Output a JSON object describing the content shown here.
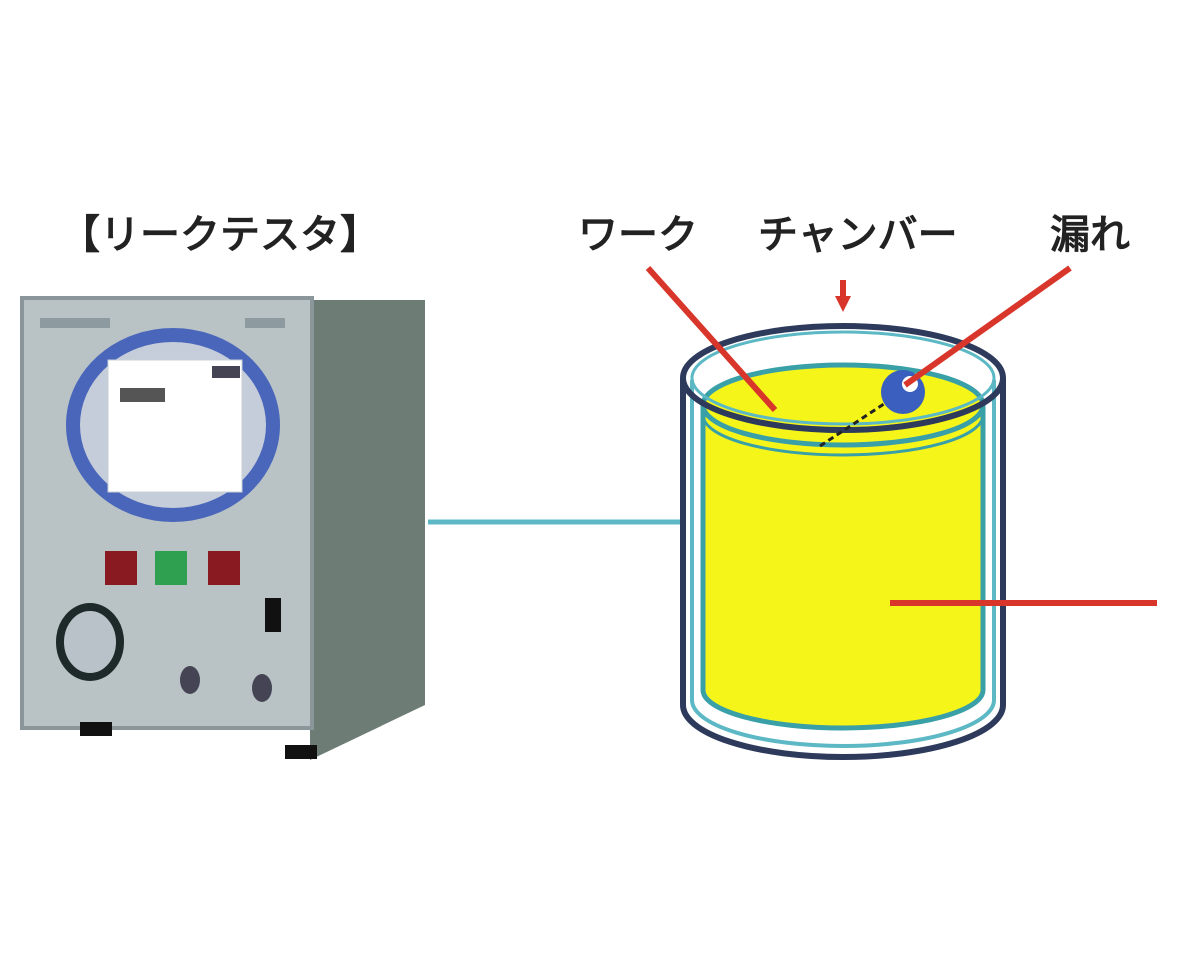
{
  "labels": {
    "leak_tester": "【リークテスタ】",
    "work": "ワーク",
    "chamber": "チャンバー",
    "leak": "漏れ"
  },
  "colors": {
    "arrow": "#d9362b",
    "work_fill": "#f5f51a",
    "chamber_outline": "#2e3a5c",
    "pipe": "#5bb8c4",
    "leak_blob": "#3a5fbf"
  }
}
